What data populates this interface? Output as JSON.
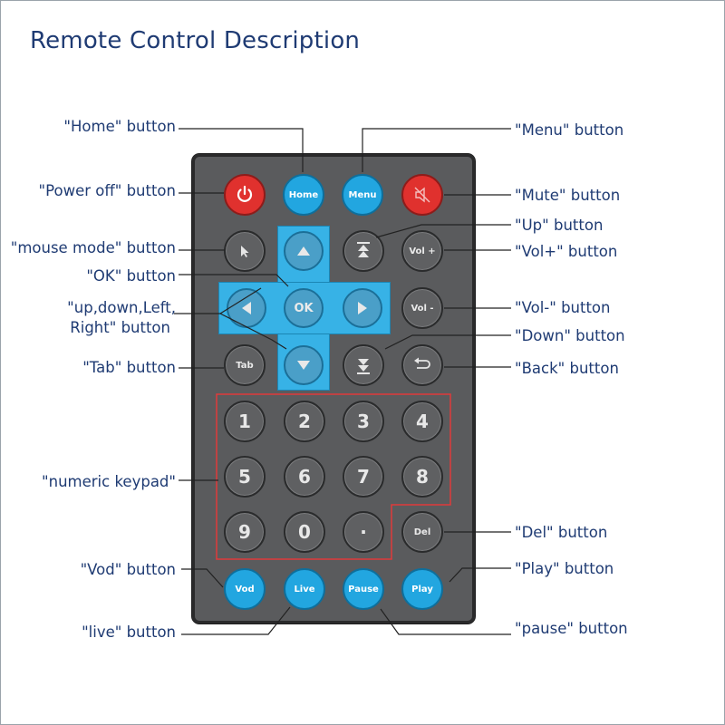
{
  "title": "Remote Control Description",
  "colors": {
    "title": "#1f3b73",
    "remote": "#5a5b5d",
    "red_button": "#e0312e",
    "blue_button": "#22a6e0",
    "keypad_outline": "#e03b3b"
  },
  "buttons": {
    "home": "Home",
    "menu": "Menu",
    "vol_up": "Vol +",
    "vol_down": "Vol -",
    "ok": "OK",
    "tab": "Tab",
    "del": "Del",
    "vod": "Vod",
    "live": "Live",
    "pause": "Pause",
    "play": "Play",
    "numbers": [
      "1",
      "2",
      "3",
      "4",
      "5",
      "6",
      "7",
      "8",
      "9",
      "0",
      "·"
    ]
  },
  "labels": {
    "home": "\"Home\" button",
    "power": "\"Power off\" button",
    "mouse": "\"mouse mode\" button",
    "ok": "\"OK\" button",
    "arrows_line1": "\"up,down,Left,",
    "arrows_line2": "Right\" button",
    "tab": "\"Tab\" button",
    "numeric": "\"numeric keypad\"",
    "vod": "\"Vod\" button",
    "live": "\"live\" button",
    "menu": "\"Menu\" button",
    "mute": "\"Mute\" button",
    "up": "\"Up\" button",
    "volplus": "\"Vol+\" button",
    "volminus": "\"Vol-\" button",
    "down": "\"Down\" button",
    "back": "\"Back\" button",
    "del": "\"Del\" button",
    "play": "\"Play\" button",
    "pause": "\"pause\" button"
  },
  "icons": {
    "power": "power-icon",
    "mute": "mute-icon",
    "cursor": "mouse-cursor-icon",
    "page_up": "double-up-icon",
    "page_down": "double-down-icon",
    "back": "back-arrow-icon",
    "arrow_up": "triangle-up-icon",
    "arrow_down": "triangle-down-icon",
    "arrow_left": "triangle-left-icon",
    "arrow_right": "triangle-right-icon"
  }
}
